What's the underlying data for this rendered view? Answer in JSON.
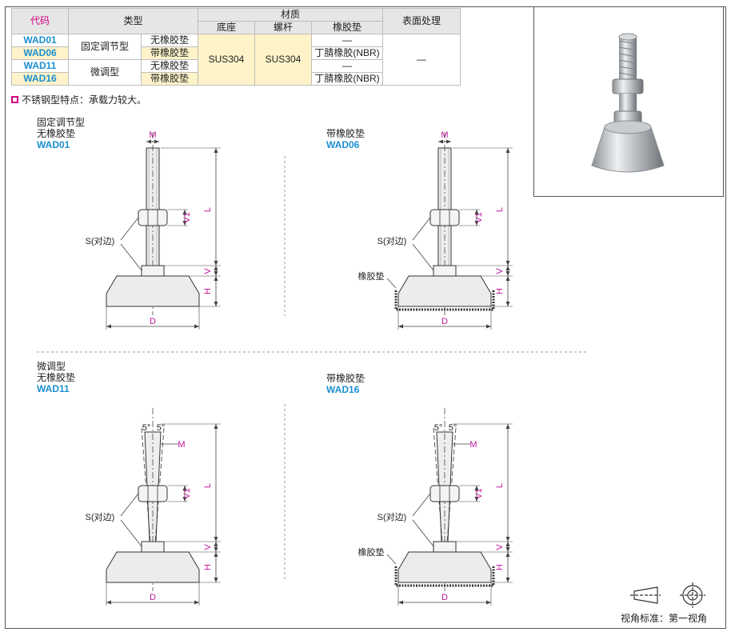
{
  "table": {
    "headers": {
      "code": "代码",
      "type": "类型",
      "material": "材质",
      "base": "底座",
      "screw": "螺杆",
      "pad": "橡胶垫",
      "surface": "表面处理"
    },
    "type_groups": [
      "固定调节型",
      "微调型"
    ],
    "rows": [
      {
        "code": "WAD01",
        "pad_type": "无橡胶垫",
        "pad_mat": "—"
      },
      {
        "code": "WAD06",
        "pad_type": "带橡胶垫",
        "pad_mat": "丁腈橡胶(NBR)"
      },
      {
        "code": "WAD11",
        "pad_type": "无橡胶垫",
        "pad_mat": "—"
      },
      {
        "code": "WAD16",
        "pad_type": "带橡胶垫",
        "pad_mat": "丁腈橡胶(NBR)"
      }
    ],
    "base_material": "SUS304",
    "screw_material": "SUS304",
    "surface_value": "—"
  },
  "note": "不锈钢型特点：承载力较大。",
  "drawings": [
    {
      "line1": "固定调节型",
      "line2": "无橡胶垫",
      "code": "WAD01"
    },
    {
      "line1": "带橡胶垫",
      "code": "WAD06"
    },
    {
      "line1": "微调型",
      "line2": "无橡胶垫",
      "code": "WAD11"
    },
    {
      "line1": "带橡胶垫",
      "code": "WAD16"
    }
  ],
  "dims": {
    "m": "M",
    "l": "L",
    "v1": "V1",
    "v": "V",
    "h": "H",
    "d": "D",
    "s": "S(对边)",
    "pad": "橡胶垫",
    "angle": "5°"
  },
  "view": "视角标准：第一视角"
}
